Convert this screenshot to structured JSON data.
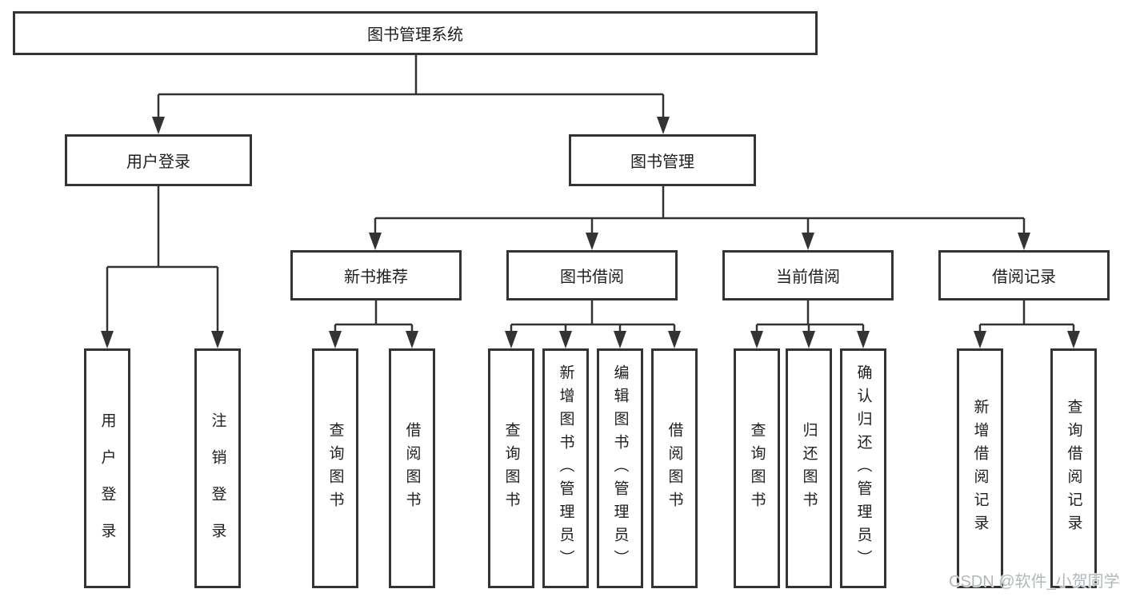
{
  "diagram": {
    "root": {
      "label": "图书管理系统"
    },
    "level2": [
      {
        "label": "用户登录"
      },
      {
        "label": "图书管理"
      }
    ],
    "level3": [
      {
        "label": "新书推荐",
        "parent": "图书管理"
      },
      {
        "label": "图书借阅",
        "parent": "图书管理"
      },
      {
        "label": "当前借阅",
        "parent": "图书管理"
      },
      {
        "label": "借阅记录",
        "parent": "图书管理"
      }
    ],
    "leaves": [
      {
        "label": "用户登录",
        "parent": "用户登录"
      },
      {
        "label": "注销登录",
        "parent": "用户登录"
      },
      {
        "label": "查询图书",
        "parent": "新书推荐"
      },
      {
        "label": "借阅图书",
        "parent": "新书推荐"
      },
      {
        "label": "查询图书",
        "parent": "图书借阅"
      },
      {
        "label": "新增图书（管理员）",
        "parent": "图书借阅"
      },
      {
        "label": "编辑图书（管理员）",
        "parent": "图书借阅"
      },
      {
        "label": "借阅图书",
        "parent": "图书借阅"
      },
      {
        "label": "查询图书",
        "parent": "当前借阅"
      },
      {
        "label": "归还图书",
        "parent": "当前借阅"
      },
      {
        "label": "确认归还（管理员）",
        "parent": "当前借阅"
      },
      {
        "label": "新增借阅记录",
        "parent": "借阅记录"
      },
      {
        "label": "查询借阅记录",
        "parent": "借阅记录"
      }
    ]
  },
  "watermark": {
    "text": "CSDN @软件_小贺同学"
  },
  "colors": {
    "line": "#333333",
    "border": "#333333",
    "background": "#ffffff",
    "text": "#1f1f1f",
    "watermark": "#b3b9bb"
  }
}
